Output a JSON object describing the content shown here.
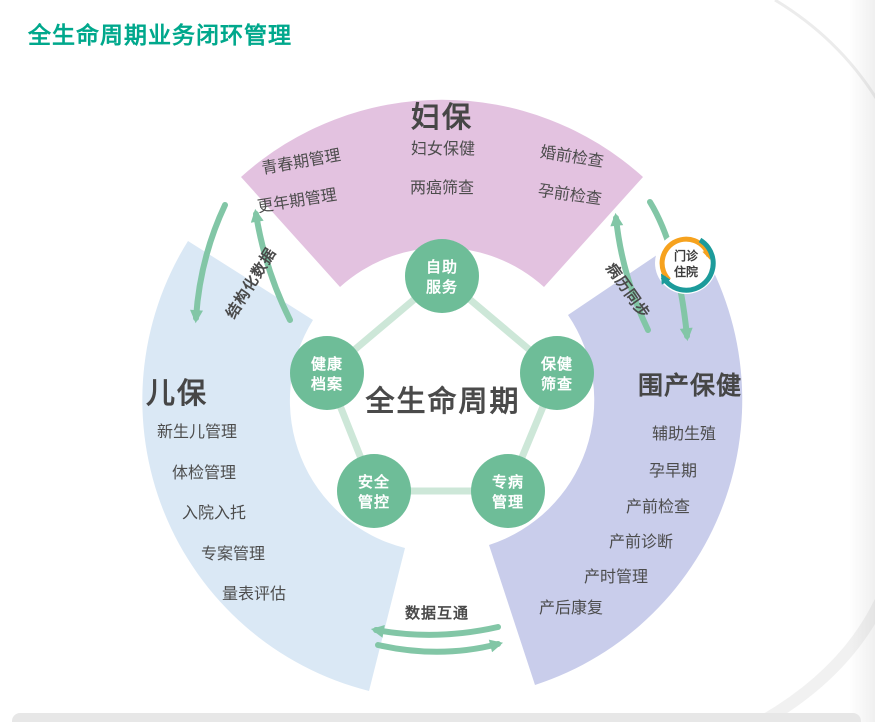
{
  "title": "全生命周期业务闭环管理",
  "center": {
    "label": "全生命周期",
    "nodes": {
      "self_service": {
        "line1": "自助",
        "line2": "服务"
      },
      "health_record": {
        "line1": "健康",
        "line2": "档案"
      },
      "care_screening": {
        "line1": "保健",
        "line2": "筛查"
      },
      "safety_control": {
        "line1": "安全",
        "line2": "管控"
      },
      "disease_mgmt": {
        "line1": "专病",
        "line2": "管理"
      }
    }
  },
  "sections": {
    "fubao": {
      "name": "妇保",
      "items": [
        "青春期管理",
        "更年期管理",
        "妇女保健",
        "两癌筛查",
        "婚前检查",
        "孕前检查"
      ]
    },
    "erbao": {
      "name": "儿保",
      "items": [
        "新生儿管理",
        "体检管理",
        "入院入托",
        "专案管理",
        "量表评估"
      ]
    },
    "weichan": {
      "name": "围产保健",
      "items": [
        "辅助生殖",
        "孕早期",
        "产前检查",
        "产前诊断",
        "产时管理",
        "产后康复"
      ]
    }
  },
  "connectors": {
    "structured_data": "结构化数据",
    "record_sync": "病历同步",
    "data_exchange": "数据互通"
  },
  "sync_badge": {
    "line1": "门诊",
    "line2": "住院"
  },
  "colors": {
    "title": "#00A88C",
    "fubao_arc": "#E3C2E0",
    "erbao_arc": "#DAE8F5",
    "weichan_arc": "#C9CDEB",
    "node_green": "#6EBD98",
    "pentagon_line": "#CDE7D8",
    "arrow_green": "#82C6A6",
    "badge_orange": "#F6A21E",
    "badge_teal": "#1C9B9B",
    "text_dark": "#4A4A4A"
  }
}
